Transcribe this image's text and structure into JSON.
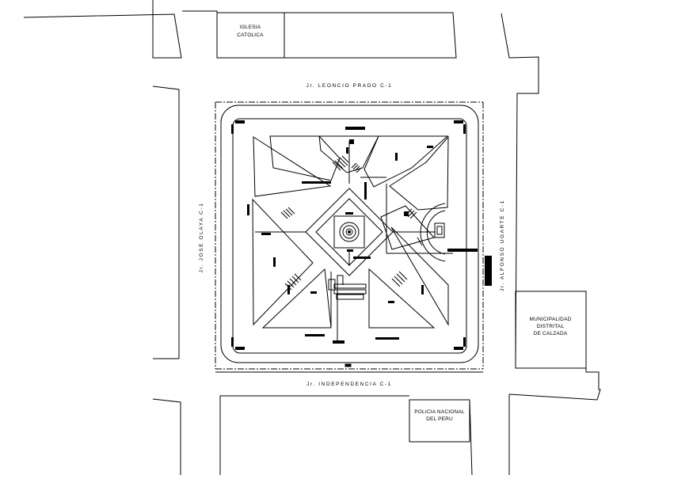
{
  "streets": {
    "north": "Jr. LEONCIO PRADO C-1",
    "south": "Jr. INDEPENDENCIA C-1",
    "west": "Jr. JOSE OLAYA C-1",
    "east": "Jr. ALFONSO UGARTE C-1"
  },
  "buildings": {
    "church": [
      "IGLESIA",
      "CATOLICA"
    ],
    "municipality": [
      "MUNICIPALIDAD",
      "DISTRITAL",
      "DE CALZADA"
    ],
    "police": [
      "POLICIA NACIONAL",
      "DEL PERU"
    ]
  },
  "colors": {
    "line": "#000000",
    "background": "#ffffff"
  }
}
